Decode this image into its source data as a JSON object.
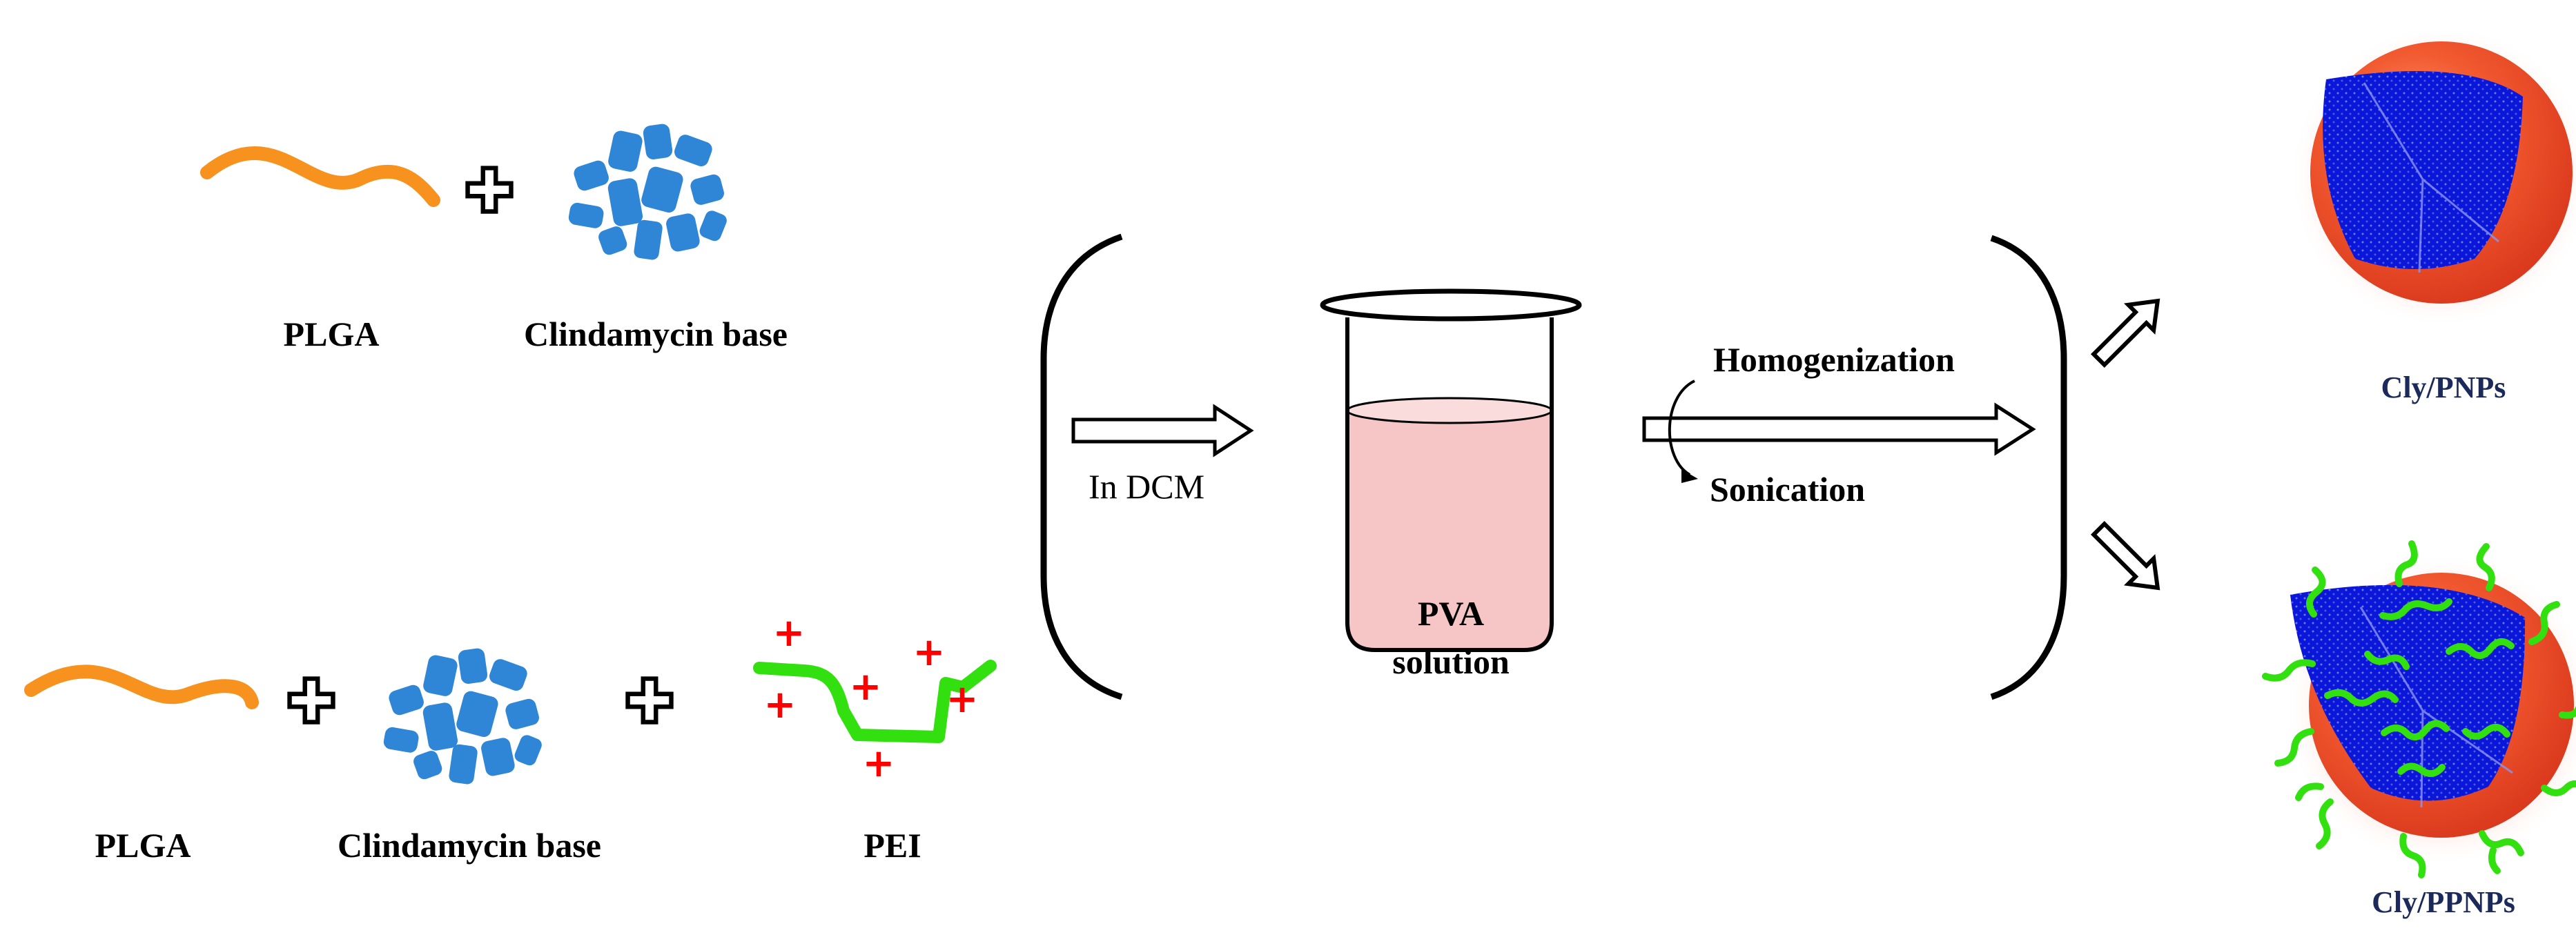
{
  "top_row": {
    "polymer_label": "PLGA",
    "drug_label": "Clindamycin base"
  },
  "bottom_row": {
    "polymer_label": "PLGA",
    "drug_label": "Clindamycin base",
    "cation_label": "PEI"
  },
  "process": {
    "solvent_label": "In DCM",
    "beaker_label_line1": "PVA",
    "beaker_label_line2": "solution",
    "step1_label": "Homogenization",
    "step2_label": "Sonication"
  },
  "products": {
    "top_label": "Cly/PNPs",
    "bottom_label": "Cly/PPNPs"
  },
  "colors": {
    "plga": "#f7921e",
    "drug": "#2f86d6",
    "pei": "#33e00f",
    "charge": "#ff0000",
    "shell": "#f0532a",
    "core": "#0a16d8",
    "pva_liquid": "#f5c6c5",
    "product_label": "#1b2a5a"
  },
  "charge_symbol": "+"
}
